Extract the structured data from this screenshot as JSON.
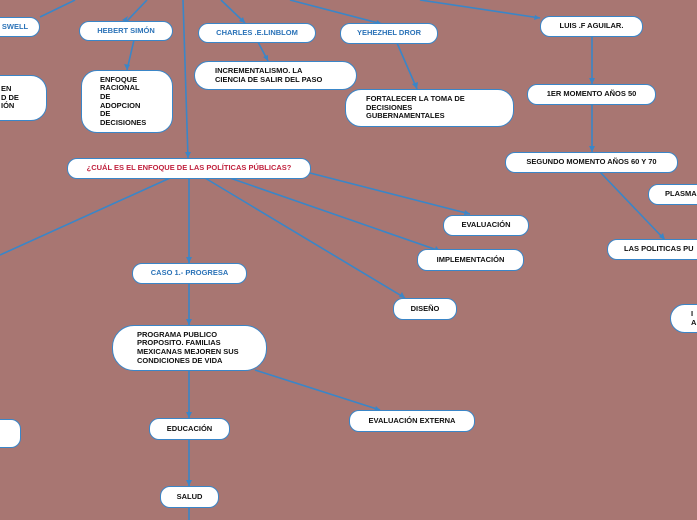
{
  "colors": {
    "background": "#a87672",
    "connector": "#3a86c8",
    "node_fill": "#ffffff",
    "author_text": "#2b73b8",
    "central_text": "#c0233f"
  },
  "nodes": {
    "lasswell": "SWELL",
    "hebert_simon": "HEBERT SIMÓN",
    "charles_linblom": "CHARLES .E.LINBLOM",
    "yehezhel_dror": "YEHEZHEL DROR",
    "luis_aguilar": "LUIS .F AGUILAR.",
    "left_fragment": "EN\nD  DE\nIÓN",
    "enfoque_racional": "ENFOQUE\nRACIONAL\nDE\nADOPCION\nDE\nDECISIONES",
    "incrementalismo": "INCREMENTALISMO. LA\nCIENCIA DE SALIR DEL PASO",
    "fortalecer": "FORTALECER LA TOMA DE\nDECISIONES\nGUBERNAMENTALES",
    "primer_momento": "1ER MOMENTO AÑOS 50",
    "segundo_momento": "SEGUNDO MOMENTO  AÑOS 60 Y 70",
    "plasma": "PLASMA",
    "las_politicas": "LAS POLITICAS PU",
    "right_fragment": "I\nA",
    "central_question": "¿CUÁL ES EL ENFOQUE DE LAS POLÍTICAS PÚBLICAS?",
    "evaluacion": "EVALUACIÓN",
    "implementacion": "IMPLEMENTACIÓN",
    "diseno": "DISEÑO",
    "caso1": "CASO 1.- PROGRESA",
    "programa": "PROGRAMA PUBLICO\nPROPOSITO.  FAMILIAS\nMEXICANAS MEJOREN SUS\nCONDICIONES DE VIDA",
    "educacion": "EDUCACIÓN",
    "evaluacion_externa": "EVALUACIÓN  EXTERNA",
    "salud": "SALUD"
  }
}
